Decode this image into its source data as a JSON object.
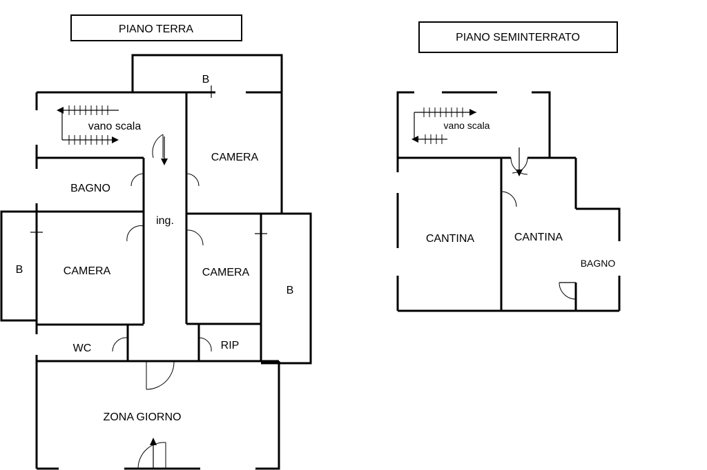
{
  "titles": {
    "ground_floor": "PIANO TERRA",
    "basement": "PIANO SEMINTERRATO"
  },
  "ground_floor": {
    "rooms": {
      "balcony_top": "B",
      "stairwell": "vano scala",
      "bedroom_top": "CAMERA",
      "bathroom": "BAGNO",
      "entrance": "ing.",
      "balcony_left": "B",
      "bedroom_left": "CAMERA",
      "bedroom_right": "CAMERA",
      "balcony_right": "B",
      "wc": "WC",
      "storage": "RIP",
      "living_area": "ZONA GIORNO"
    }
  },
  "basement": {
    "rooms": {
      "stairwell": "vano scala",
      "cellar_left": "CANTINA",
      "cellar_right": "CANTINA",
      "bathroom": "BAGNO"
    }
  }
}
